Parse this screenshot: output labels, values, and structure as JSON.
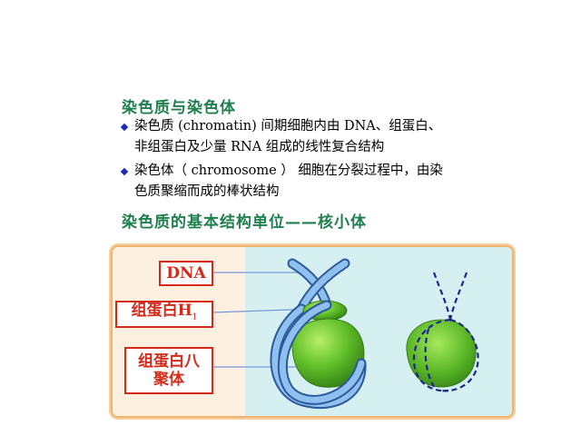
{
  "heading_1": "染色质与染色体",
  "bullets": [
    {
      "line1": "染色质 (chromatin)  间期细胞内由 DNA、组蛋白、",
      "line2": "非组蛋白及少量 RNA 组成的线性复合结构"
    },
    {
      "line1": "染色体（ chromosome ） 细胞在分裂过程中，由染",
      "line2": "色质聚缩而成的棒状结构"
    }
  ],
  "heading_2": "染色质的基本结构单位——核小体",
  "figure": {
    "label_dna": "DNA",
    "label_h1_main": "组蛋白H",
    "label_h1_sub": "1",
    "label_octamer_line1": "组蛋白八",
    "label_octamer_line2": "聚体"
  },
  "colors": {
    "heading": "#1f7f4f",
    "label_red": "#d42a1a",
    "dna_blue": "#7ab0e6",
    "histone_green": "#63c12a",
    "panel_cyan": "#d6f0f2",
    "panel_cream": "#fdf0e0"
  }
}
